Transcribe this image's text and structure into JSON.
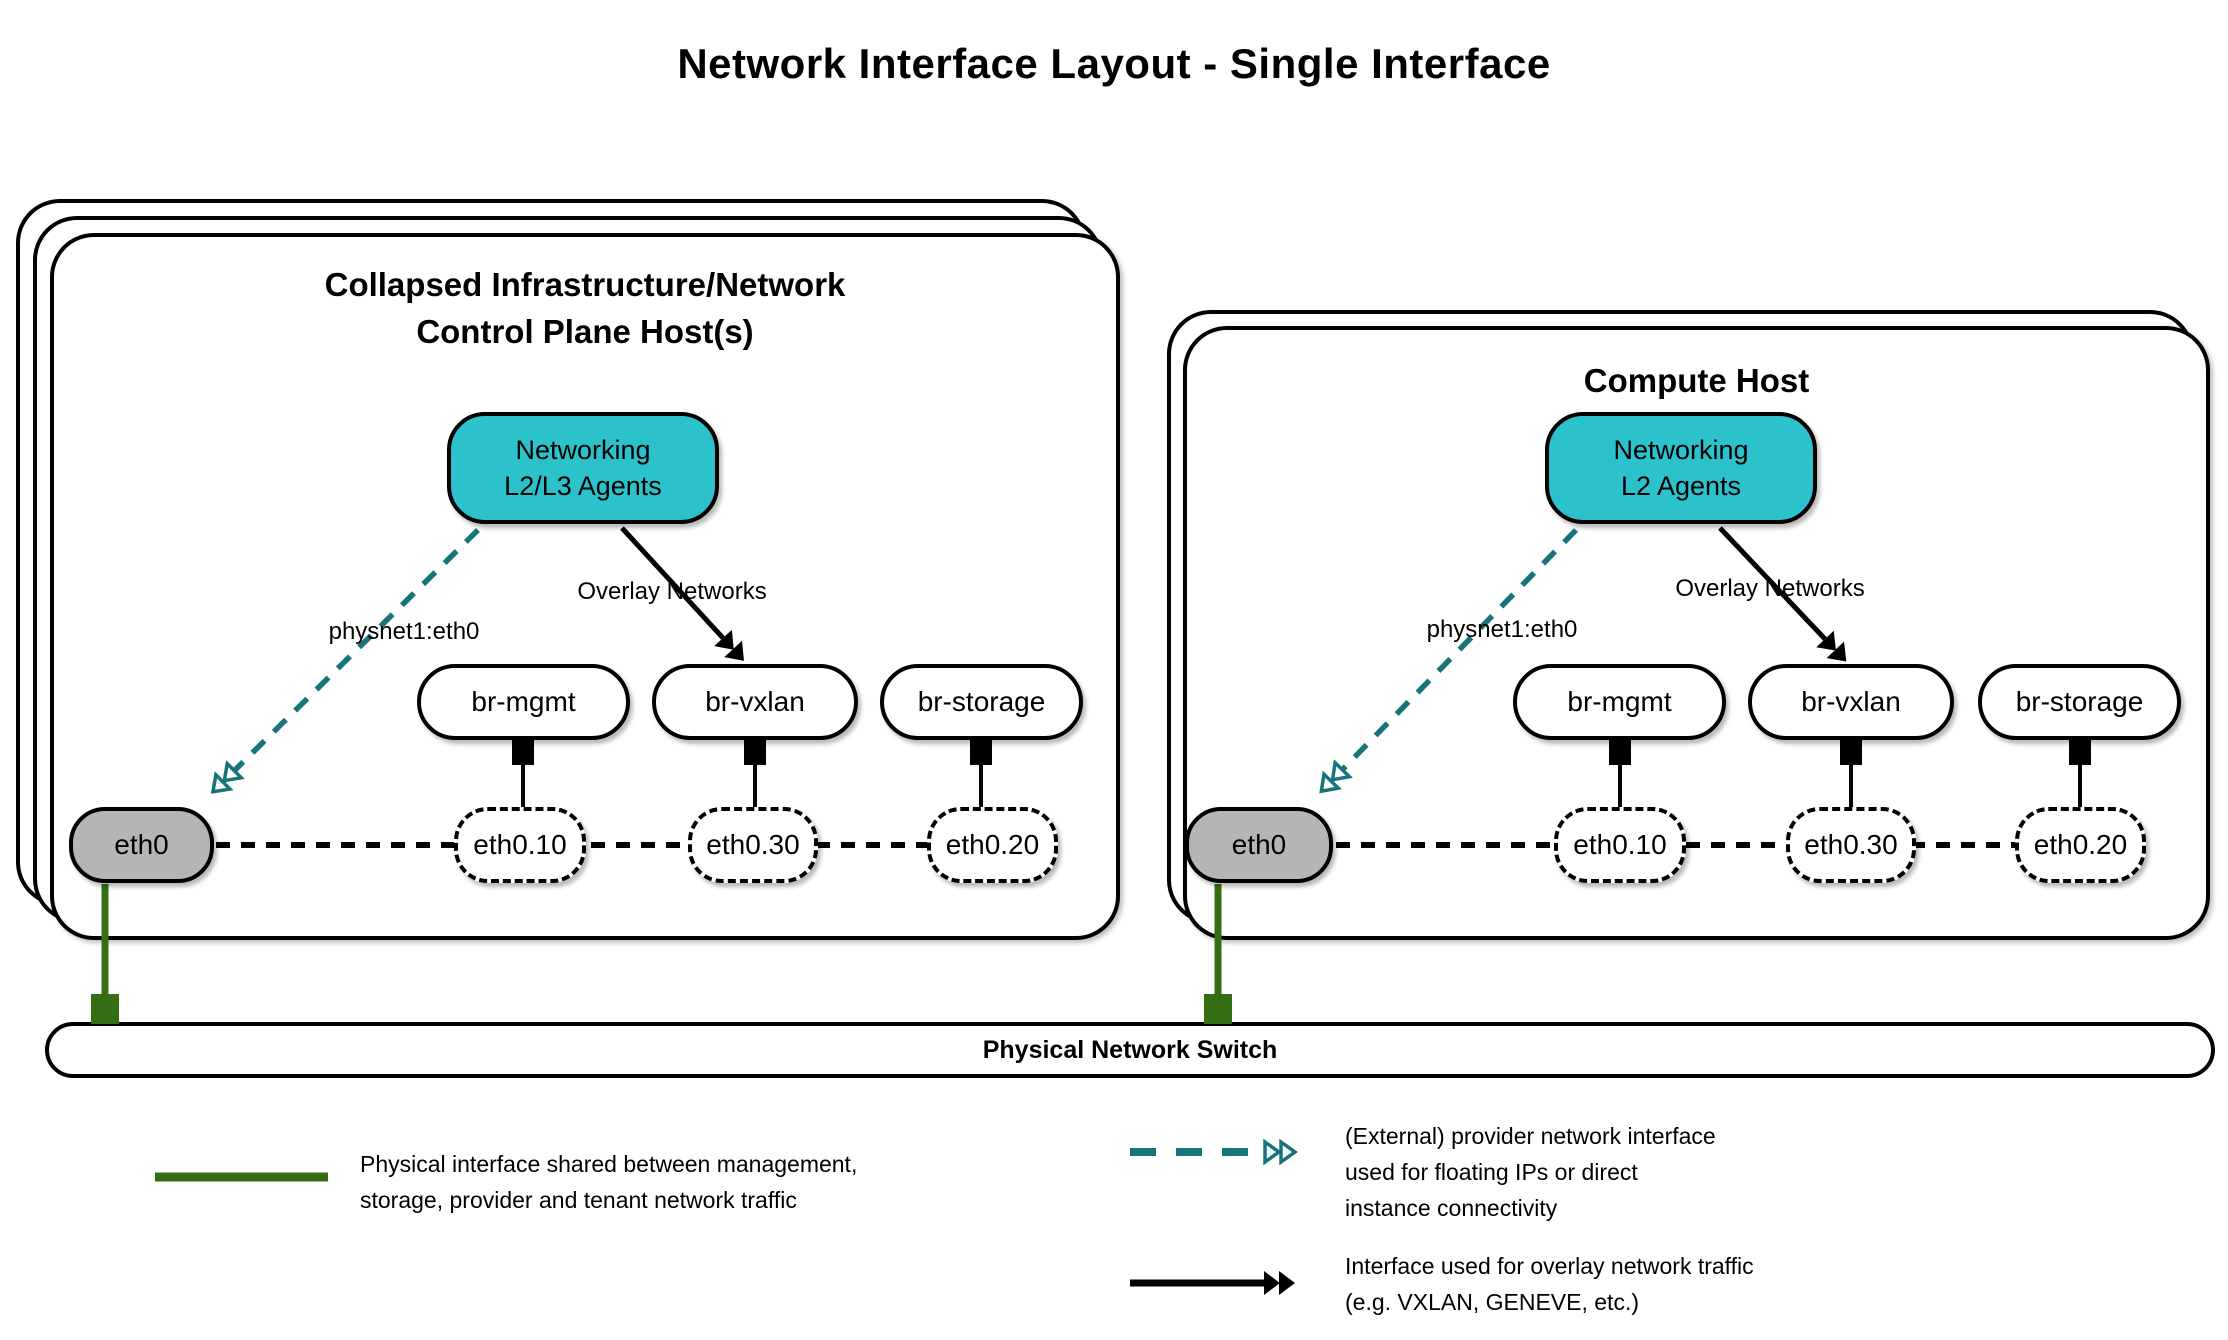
{
  "title": "Network Interface Layout - Single Interface",
  "hosts": [
    {
      "title_line1": "Collapsed Infrastructure/Network",
      "title_line2": "Control Plane Host(s)",
      "agent_line1": "Networking",
      "agent_line2": "L2/L3 Agents",
      "provider_label": "physnet1:eth0",
      "overlay_label": "Overlay Networks",
      "bridges": [
        "br-mgmt",
        "br-vxlan",
        "br-storage"
      ],
      "physical_interface": "eth0",
      "vlan_interfaces": [
        "eth0.10",
        "eth0.30",
        "eth0.20"
      ]
    },
    {
      "title_line1": "Compute Host",
      "agent_line1": "Networking",
      "agent_line2": "L2 Agents",
      "provider_label": "physnet1:eth0",
      "overlay_label": "Overlay Networks",
      "bridges": [
        "br-mgmt",
        "br-vxlan",
        "br-storage"
      ],
      "physical_interface": "eth0",
      "vlan_interfaces": [
        "eth0.10",
        "eth0.30",
        "eth0.20"
      ]
    }
  ],
  "switch_label": "Physical Network Switch",
  "legend": {
    "items": [
      {
        "symbol": "green-solid-line",
        "lines": [
          "Physical interface shared between management,",
          "storage, provider and tenant network traffic"
        ]
      },
      {
        "symbol": "teal-dashed-double-arrow",
        "lines": [
          "(External) provider network interface",
          "used for floating IPs or direct",
          "instance connectivity"
        ]
      },
      {
        "symbol": "black-solid-double-arrow",
        "lines": [
          "Interface used for overlay network traffic",
          "(e.g. VXLAN, GENEVE, etc.)"
        ]
      }
    ]
  },
  "colors": {
    "agent_fill": "#2BC2CC",
    "provider_arrow": "#17747A",
    "physical_link": "#336F12",
    "physical_interface_fill": "#B5B5B5",
    "outline": "#000000"
  }
}
